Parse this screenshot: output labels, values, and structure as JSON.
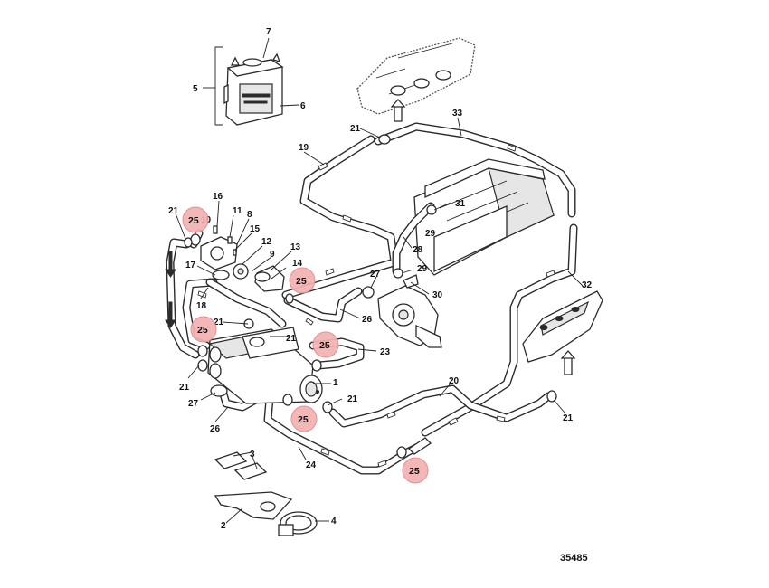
{
  "figure_number": "35485",
  "callouts": [
    {
      "id": "c1",
      "text": "1"
    },
    {
      "id": "c2",
      "text": "2"
    },
    {
      "id": "c3",
      "text": "3"
    },
    {
      "id": "c4",
      "text": "4"
    },
    {
      "id": "c5",
      "text": "5"
    },
    {
      "id": "c6",
      "text": "6"
    },
    {
      "id": "c7",
      "text": "7"
    },
    {
      "id": "c8",
      "text": "8"
    },
    {
      "id": "c9",
      "text": "9"
    },
    {
      "id": "c10",
      "text": "10"
    },
    {
      "id": "c11",
      "text": "11"
    },
    {
      "id": "c12",
      "text": "12"
    },
    {
      "id": "c13",
      "text": "13"
    },
    {
      "id": "c14",
      "text": "14"
    },
    {
      "id": "c15",
      "text": "15"
    },
    {
      "id": "c16",
      "text": "16"
    },
    {
      "id": "c17",
      "text": "17"
    },
    {
      "id": "c18",
      "text": "18"
    },
    {
      "id": "c19",
      "text": "19"
    },
    {
      "id": "c20",
      "text": "20"
    },
    {
      "id": "c21a",
      "text": "21"
    },
    {
      "id": "c21b",
      "text": "21"
    },
    {
      "id": "c21c",
      "text": "21"
    },
    {
      "id": "c21d",
      "text": "21"
    },
    {
      "id": "c21e",
      "text": "21"
    },
    {
      "id": "c21f",
      "text": "21"
    },
    {
      "id": "c21g",
      "text": "21"
    },
    {
      "id": "c23",
      "text": "23"
    },
    {
      "id": "c24",
      "text": "24"
    },
    {
      "id": "c26a",
      "text": "26"
    },
    {
      "id": "c26b",
      "text": "26"
    },
    {
      "id": "c27a",
      "text": "27"
    },
    {
      "id": "c27b",
      "text": "27"
    },
    {
      "id": "c28",
      "text": "28"
    },
    {
      "id": "c29a",
      "text": "29"
    },
    {
      "id": "c29b",
      "text": "29"
    },
    {
      "id": "c30",
      "text": "30"
    },
    {
      "id": "c31",
      "text": "31"
    },
    {
      "id": "c32",
      "text": "32"
    },
    {
      "id": "c33",
      "text": "33"
    }
  ],
  "highlights": [
    {
      "id": "h1",
      "text": "25"
    },
    {
      "id": "h2",
      "text": "25"
    },
    {
      "id": "h3",
      "text": "25"
    },
    {
      "id": "h4",
      "text": "25"
    },
    {
      "id": "h5",
      "text": "25"
    },
    {
      "id": "h6",
      "text": "25"
    }
  ],
  "colors": {
    "highlight_fill": "#f4b1b1",
    "line": "#2b2b2b",
    "background": "#ffffff"
  }
}
